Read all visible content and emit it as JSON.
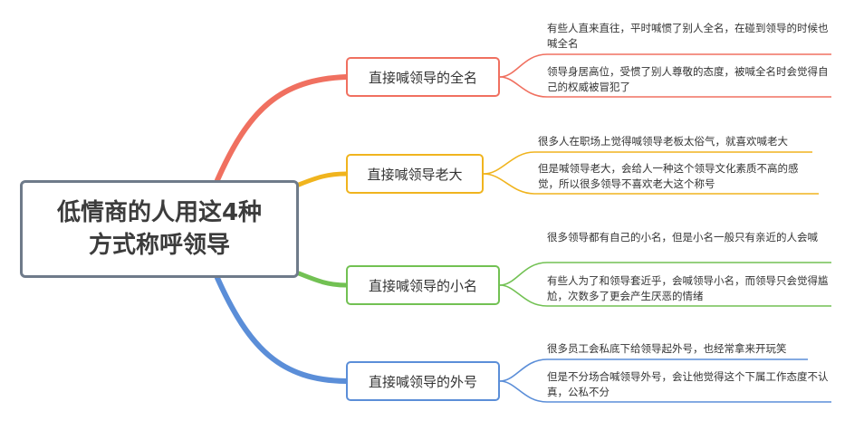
{
  "root": {
    "title": "低情商的人用这4种方式称呼领导"
  },
  "colors": {
    "b1": "#f07060",
    "b2": "#f0b41e",
    "b3": "#72c153",
    "b4": "#5b8ed8",
    "root_border": "#6f7b8a"
  },
  "branches": [
    {
      "label": "直接喊领导的全名",
      "notes": [
        "有些人直来直往，平时喊惯了别人全名，在碰到领导的时候也喊全名",
        "领导身居高位，受惯了别人尊敬的态度，被喊全名时会觉得自己的权威被冒犯了"
      ]
    },
    {
      "label": "直接喊领导老大",
      "notes": [
        "很多人在职场上觉得喊领导老板太俗气，就喜欢喊老大",
        "但是喊领导老大，会给人一种这个领导文化素质不高的感觉，所以很多领导不喜欢老大这个称号"
      ]
    },
    {
      "label": "直接喊领导的小名",
      "notes": [
        "很多领导都有自己的小名，但是小名一般只有亲近的人会喊",
        "有些人为了和领导套近乎，会喊领导小名，而领导只会觉得尴尬，次数多了更会产生厌恶的情绪"
      ]
    },
    {
      "label": "直接喊领导的外号",
      "notes": [
        "很多员工会私底下给领导起外号，也经常拿来开玩笑",
        "但是不分场合喊领导外号，会让他觉得这个下属工作态度不认真，公私不分"
      ]
    }
  ]
}
